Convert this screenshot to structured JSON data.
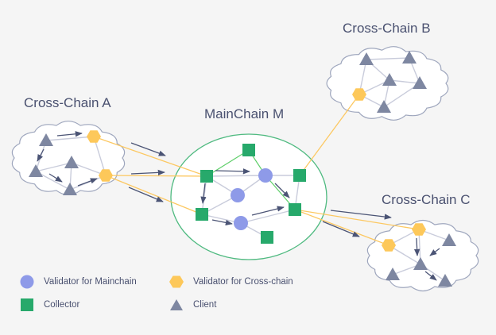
{
  "titles": {
    "cross_chain_a": "Cross-Chain A",
    "mainchain": "MainChain M",
    "cross_chain_b": "Cross-Chain B",
    "cross_chain_c": "Cross-Chain C"
  },
  "colors": {
    "background": "#f5f5f5",
    "validator_mainchain": "#8e9ae8",
    "validator_crosschain": "#fdc85a",
    "collector": "#27a96b",
    "client": "#7e87a1",
    "edge": "#c9ccdb",
    "arrow": "#4b5475",
    "cross_link": "#fcc861",
    "main_link": "#5fcf6a",
    "ellipse": "#4fba80",
    "cloud_stroke": "#9ea6bd"
  },
  "legend": [
    {
      "label": "Validator for Mainchain",
      "shape": "circle"
    },
    {
      "label": "Validator for Cross-chain",
      "shape": "hexagon"
    },
    {
      "label": "Collector",
      "shape": "square"
    },
    {
      "label": "Client",
      "shape": "triangle"
    }
  ],
  "networks": {
    "cross_chain_a": {
      "nodes": [
        {
          "id": "a1",
          "type": "client"
        },
        {
          "id": "a2",
          "type": "client"
        },
        {
          "id": "a3",
          "type": "client"
        },
        {
          "id": "a4",
          "type": "client"
        },
        {
          "id": "ah1",
          "type": "validator_crosschain"
        },
        {
          "id": "ah2",
          "type": "validator_crosschain"
        }
      ]
    },
    "mainchain": {
      "nodes": [
        {
          "id": "m_s1",
          "type": "collector"
        },
        {
          "id": "m_s2",
          "type": "collector"
        },
        {
          "id": "m_s3",
          "type": "collector"
        },
        {
          "id": "m_s4",
          "type": "collector"
        },
        {
          "id": "m_s5",
          "type": "collector"
        },
        {
          "id": "m_s6",
          "type": "collector"
        },
        {
          "id": "m_c1",
          "type": "validator_mainchain"
        },
        {
          "id": "m_c2",
          "type": "validator_mainchain"
        },
        {
          "id": "m_c3",
          "type": "validator_mainchain"
        }
      ]
    },
    "cross_chain_b": {
      "nodes": [
        {
          "id": "b1",
          "type": "client"
        },
        {
          "id": "b2",
          "type": "client"
        },
        {
          "id": "b3",
          "type": "client"
        },
        {
          "id": "b4",
          "type": "client"
        },
        {
          "id": "b5",
          "type": "client"
        },
        {
          "id": "bh1",
          "type": "validator_crosschain"
        }
      ]
    },
    "cross_chain_c": {
      "nodes": [
        {
          "id": "ch1",
          "type": "validator_crosschain"
        },
        {
          "id": "ch2",
          "type": "validator_crosschain"
        },
        {
          "id": "c1",
          "type": "client"
        },
        {
          "id": "c2",
          "type": "client"
        },
        {
          "id": "c3",
          "type": "client"
        },
        {
          "id": "c4",
          "type": "client"
        }
      ]
    }
  },
  "edges": {
    "plain": [
      [
        "a1",
        "ah1"
      ],
      [
        "a1",
        "a2"
      ],
      [
        "a2",
        "a3"
      ],
      [
        "a2",
        "a4"
      ],
      [
        "a3",
        "a4"
      ],
      [
        "a3",
        "ah2"
      ],
      [
        "a4",
        "ah2"
      ],
      [
        "ah1",
        "ah2"
      ],
      [
        "m_s2",
        "m_c1"
      ],
      [
        "m_s2",
        "m_s4"
      ],
      [
        "m_s2",
        "m_c2"
      ],
      [
        "m_c1",
        "m_s3"
      ],
      [
        "m_c1",
        "m_c2"
      ],
      [
        "m_s3",
        "m_s5"
      ],
      [
        "m_c2",
        "m_s4"
      ],
      [
        "m_s4",
        "m_c3"
      ],
      [
        "m_c3",
        "m_s5"
      ],
      [
        "m_c3",
        "m_s6"
      ],
      [
        "b1",
        "b2"
      ],
      [
        "b1",
        "b3"
      ],
      [
        "b1",
        "bh1"
      ],
      [
        "b2",
        "b4"
      ],
      [
        "b3",
        "b4"
      ],
      [
        "b3",
        "bh1"
      ],
      [
        "b3",
        "b5"
      ],
      [
        "bh1",
        "b5"
      ],
      [
        "b5",
        "b4"
      ],
      [
        "ch1",
        "ch2"
      ],
      [
        "ch1",
        "c1"
      ],
      [
        "ch1",
        "c2"
      ],
      [
        "ch2",
        "c2"
      ],
      [
        "c2",
        "c3"
      ],
      [
        "c2",
        "c4"
      ]
    ],
    "main_green": [
      [
        "m_s2",
        "m_s1"
      ],
      [
        "m_s1",
        "m_c1"
      ],
      [
        "m_c1",
        "m_s5"
      ]
    ],
    "cross_links": [
      [
        "ah1",
        "m_s2"
      ],
      [
        "ah2",
        "m_s2"
      ],
      [
        "ah2",
        "m_s4"
      ],
      [
        "bh1",
        "m_s3"
      ],
      [
        "m_s5",
        "ch1"
      ],
      [
        "m_s5",
        "ch2"
      ]
    ]
  },
  "arrows": [
    {
      "from": "a1",
      "to": "ah1"
    },
    {
      "from": "a1",
      "to": "a2"
    },
    {
      "from": "a2",
      "to": "a4"
    },
    {
      "from": "a4",
      "to": "ah2"
    },
    {
      "from": "cross_chain_a",
      "to": "mainchain"
    },
    {
      "from": "cross_chain_a",
      "to": "mainchain"
    },
    {
      "from": "cross_chain_a",
      "to": "mainchain"
    },
    {
      "from": "m_s2",
      "to": "m_c1"
    },
    {
      "from": "m_s2",
      "to": "m_s4"
    },
    {
      "from": "m_c1",
      "to": "m_s5"
    },
    {
      "from": "m_s4",
      "to": "m_c3"
    },
    {
      "from": "m_c3",
      "to": "m_s5"
    },
    {
      "from": "mainchain",
      "to": "cross_chain_c"
    },
    {
      "from": "mainchain",
      "to": "cross_chain_c"
    },
    {
      "from": "ch1",
      "to": "c2"
    },
    {
      "from": "c1",
      "to": "c2"
    },
    {
      "from": "c2",
      "to": "c4"
    }
  ]
}
